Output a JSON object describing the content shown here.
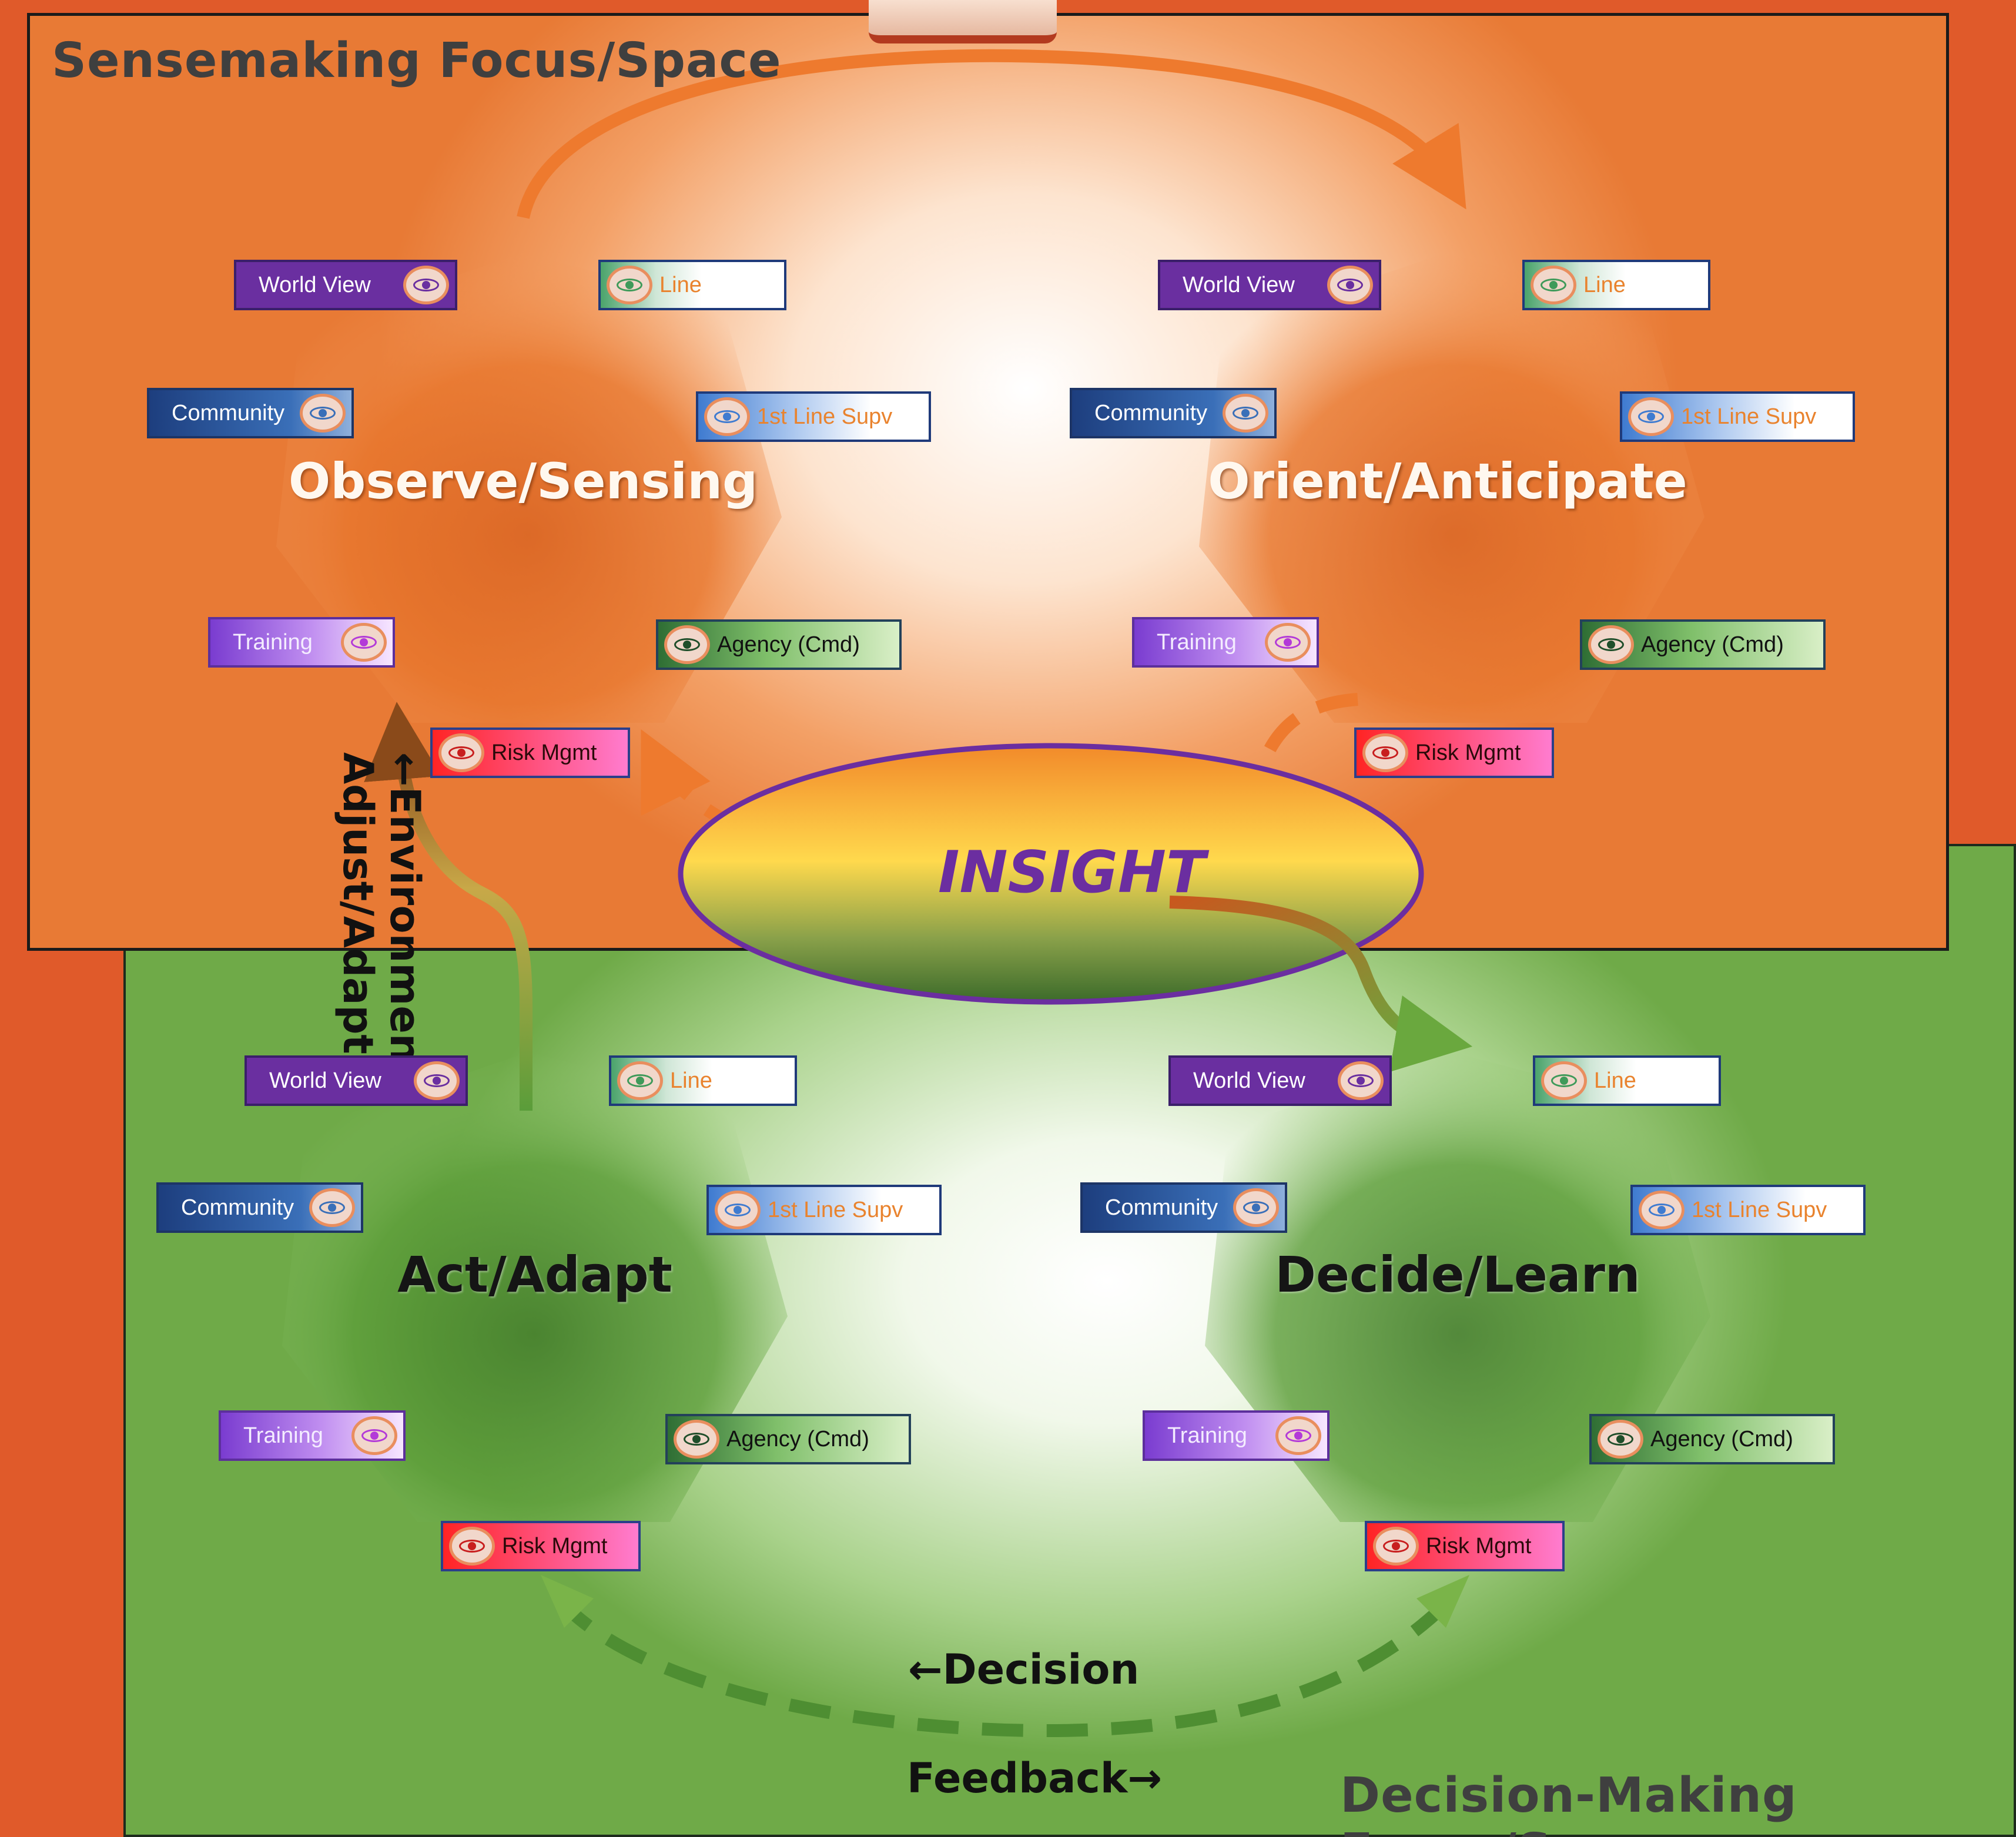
{
  "titles": {
    "sensemaking": "Sensemaking Focus/Space",
    "decision_making": "Decision-Making Focus/Space"
  },
  "nodes": {
    "observe": {
      "label": "Observe/Sensing"
    },
    "orient": {
      "label": "Orient/Anticipate"
    },
    "act": {
      "label": "Act/Adapt"
    },
    "decide": {
      "label": "Decide/Learn"
    }
  },
  "insight": "INSIGHT",
  "tags": {
    "world_view": "World View",
    "community": "Community",
    "training": "Training",
    "risk_mgmt": "Risk Mgmt",
    "line": "Line",
    "first_line_supv": "1st Line Supv",
    "agency_cmd": "Agency (Cmd)"
  },
  "arrows": {
    "environment": "←Environment",
    "adjust_adapts": "Adjust/Adapts",
    "decision": "←Decision",
    "feedback": "Feedback→"
  },
  "colors": {
    "sense_panel": "#e87a35",
    "decision_panel": "#6faa48",
    "hex_orange": "#d9621f",
    "hex_green": "#4e8e32",
    "insight_text": "#6b2ea0"
  }
}
